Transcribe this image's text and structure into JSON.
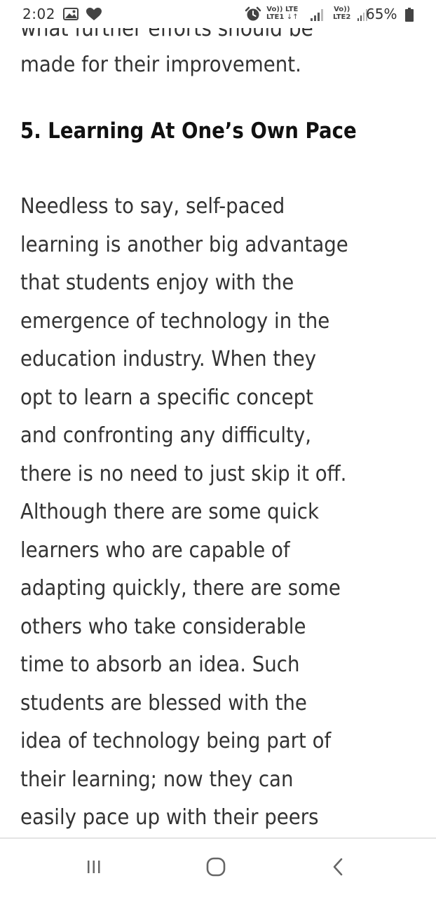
{
  "status_bar": {
    "time": "2:02",
    "left_icons": [
      "gallery-icon",
      "heart-icon"
    ],
    "right_icons": [
      "alarm-icon",
      "volte-lte1-icon",
      "signal-icon",
      "volte-lte2-icon",
      "signal-icon",
      "battery-icon"
    ],
    "volte1_top": "Vo))",
    "volte1_mid": "LTE",
    "volte1_bottom": "LTE1",
    "volte2_top": "Vo))",
    "volte2_bottom": "LTE2",
    "battery_percent": "65%"
  },
  "article": {
    "cut_off_line": "what further efforts should be",
    "lead_line": "made for their improvement.",
    "heading": "5. Learning At One’s Own Pace",
    "body_lines": [
      "Needless to say, self-paced",
      "learning is another big advantage",
      "that students enjoy with the",
      "emergence of technology in the",
      "education industry. When they",
      "opt to learn a specific concept",
      "and confronting any difficulty,",
      "there is no need to just skip it off.",
      "Although there are some quick",
      "learners who are capable of",
      "adapting quickly, there are some",
      "others who take considerable",
      "time to absorb an idea. Such",
      "students are blessed with the",
      "idea of technology being part of",
      "their learning; now they can",
      "easily pace up with their peers"
    ]
  },
  "nav_bar": {
    "buttons": [
      "recent-apps-icon",
      "home-icon",
      "back-icon"
    ]
  },
  "colors": {
    "text": "#333333",
    "heading": "#111111",
    "background": "#ffffff",
    "icon": "#555555"
  }
}
